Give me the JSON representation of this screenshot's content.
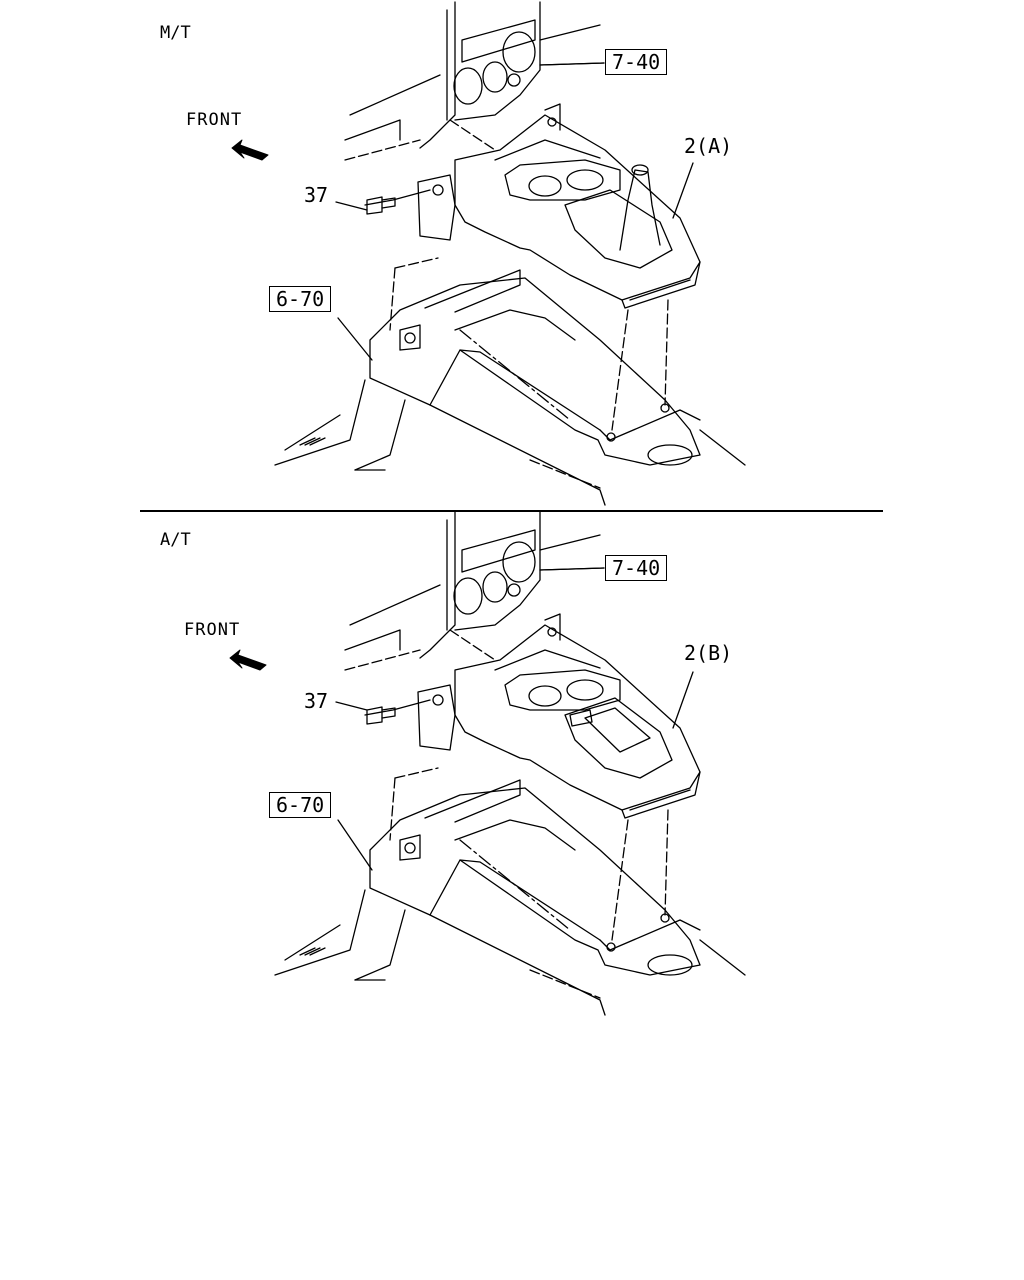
{
  "sections": [
    {
      "variant": "M/T",
      "direction": "FRONT",
      "callouts": {
        "fastener": "37",
        "part": "2(A)",
        "ref_top": "7-40",
        "ref_bottom": "6-70"
      }
    },
    {
      "variant": "A/T",
      "direction": "FRONT",
      "callouts": {
        "fastener": "37",
        "part": "2(B)",
        "ref_top": "7-40",
        "ref_bottom": "6-70"
      }
    }
  ]
}
